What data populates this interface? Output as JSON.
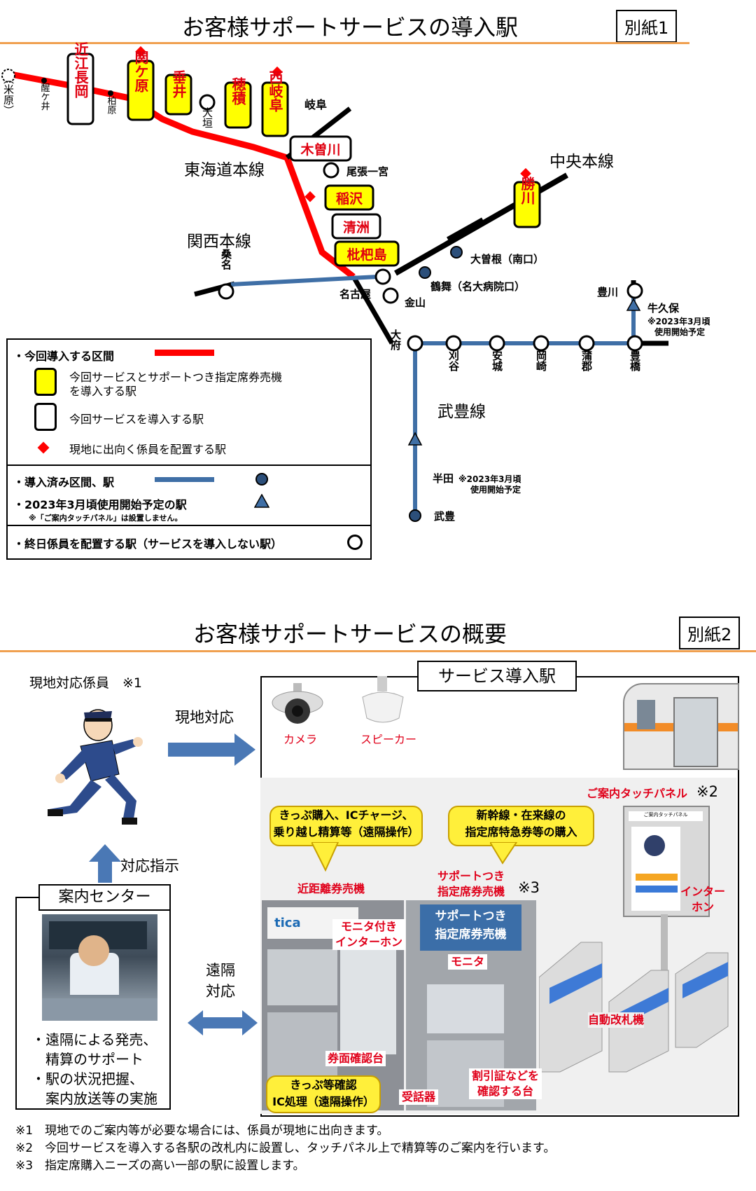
{
  "section1": {
    "title": "お客様サポートサービスの導入駅",
    "tag": "別紙1",
    "lines": {
      "tokaido": "東海道本線",
      "kansai": "関西本線",
      "chuo": "中央本線",
      "taketoyo": "武豊線"
    },
    "stations": {
      "maibara": "（米原）",
      "samegai": "醒ケ井",
      "omi_nagaoka": "近江長岡",
      "kashiwabara": "柏原",
      "sekigahara": "関ケ原",
      "tarui": "垂井",
      "ogaki": "大垣",
      "hozumi": "穂積",
      "nishi_gifu": "西岐阜",
      "gifu": "岐阜",
      "kisogawa": "木曽川",
      "owari_ichinomiya": "尾張一宮",
      "inazawa": "稲沢",
      "kiyosu": "清洲",
      "biwajima": "枇杷島",
      "nagoya": "名古屋",
      "kuwana": "桑名",
      "kanayama": "金山",
      "tsurumai": "鶴舞（名大病院口）",
      "ozone": "大曽根（南口）",
      "kachigawa": "勝川",
      "obu": "大府",
      "kariya": "刈谷",
      "anjo": "安城",
      "okazaki": "岡崎",
      "gamagori": "蒲郡",
      "toyohashi": "豊橋",
      "ushikubo": "牛久保",
      "ushikubo_note1": "※2023年3月頃",
      "ushikubo_note2": "使用開始予定",
      "toyokawa": "豊川",
      "handa": "半田",
      "handa_note1": "※2023年3月頃",
      "handa_note2": "使用開始予定",
      "taketoyo": "武豊"
    },
    "legend": {
      "new_section": "・今回導入する区間",
      "yellow_box": "今回サービスとサポートつき指定席券売機",
      "yellow_box2": "を導入する駅",
      "white_box": "今回サービスを導入する駅",
      "diamond": "現地に出向く係員を配置する駅",
      "existing": "・導入済み区間、駅",
      "planned": "・2023年3月頃使用開始予定の駅",
      "planned_note": "※「ご案内タッチパネル」は設置しません。",
      "staffed": "・終日係員を配置する駅（サービスを導入しない駅）"
    },
    "colors": {
      "new_section": "#ff0000",
      "existing": "#3f6fa6",
      "yellow": "#ffff00",
      "diamond": "#ff0000"
    }
  },
  "section2": {
    "title": "お客様サポートサービスの概要",
    "tag": "別紙2",
    "staff_label": "現地対応係員　※1",
    "onsite": "現地対応",
    "instruction": "対応指示",
    "center_title": "案内センター",
    "center_items": [
      "・遠隔による発売、",
      "　精算のサポート",
      "・駅の状況把握、",
      "　案内放送等の実施"
    ],
    "remote": [
      "遠隔",
      "対応"
    ],
    "station_title": "サービス導入駅",
    "camera": "カメラ",
    "speaker": "スピーカー",
    "bubble1": [
      "きっぷ購入、ICチャージ、",
      "乗り越し精算等（遠隔操作）"
    ],
    "bubble2": [
      "新幹線・在来線の",
      "指定席特急券等の購入"
    ],
    "touch_panel": "ご案内タッチパネル",
    "touch_panel_ref": "※2",
    "short_machine": "近距離券売機",
    "support_machine": [
      "サポートつき",
      "指定席券売機"
    ],
    "support_ref": "※3",
    "monitor_intercom": [
      "モニタ付き",
      "インターホン"
    ],
    "monitor": "モニタ",
    "intercom": [
      "インター",
      "ホン"
    ],
    "gate": "自動改札機",
    "ticket_table": "券面確認台",
    "bubble3": [
      "きっぷ等確認",
      "IC処理（遠隔操作）"
    ],
    "receiver": "受話器",
    "discount": [
      "割引証などを",
      "確認する台"
    ],
    "machine_signs": {
      "tica": "tica",
      "support_sign": "サポートつき",
      "support_sign2": "指定席券売機",
      "panel_header": "ご案内タッチパネル"
    }
  },
  "notes": [
    "※1　現地でのご案内等が必要な場合には、係員が現地に出向きます。",
    "※2　今回サービスを導入する各駅の改札内に設置し、タッチパネル上で精算等のご案内を行います。",
    "※3　指定席購入ニーズの高い一部の駅に設置します。"
  ]
}
